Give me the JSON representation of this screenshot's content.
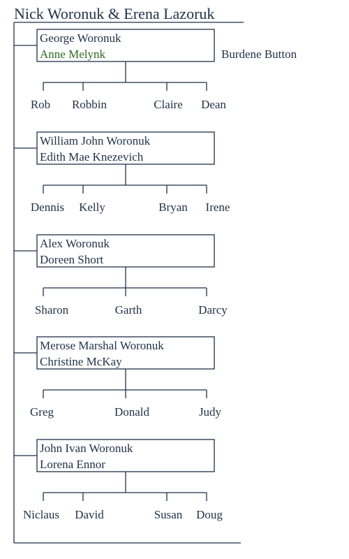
{
  "title": "Nick Woronuk & Erena Lazoruk",
  "colors": {
    "ink": "#1f3147",
    "highlight": "#2e6b1f"
  },
  "families": [
    {
      "parent": "George Woronuk",
      "spouse": "Anne Melynk",
      "spouse_highlighted": true,
      "second_spouse": "Burdene Button",
      "children": [
        "Rob",
        "Robbin",
        "Claire",
        "Dean"
      ]
    },
    {
      "parent": "William John Woronuk",
      "spouse": "Edith Mae Knezevich",
      "children": [
        "Dennis",
        "Kelly",
        "Bryan",
        "Irene"
      ]
    },
    {
      "parent": "Alex Woronuk",
      "spouse": "Doreen Short",
      "children": [
        "Sharon",
        "Garth",
        "Darcy"
      ]
    },
    {
      "parent": "Merose Marshal Woronuk",
      "spouse": "Christine McKay",
      "children": [
        "Greg",
        "Donald",
        "Judy"
      ]
    },
    {
      "parent": "John Ivan Woronuk",
      "spouse": "Lorena Ennor",
      "children": [
        "Niclaus",
        "David",
        "Susan",
        "Doug"
      ]
    }
  ]
}
